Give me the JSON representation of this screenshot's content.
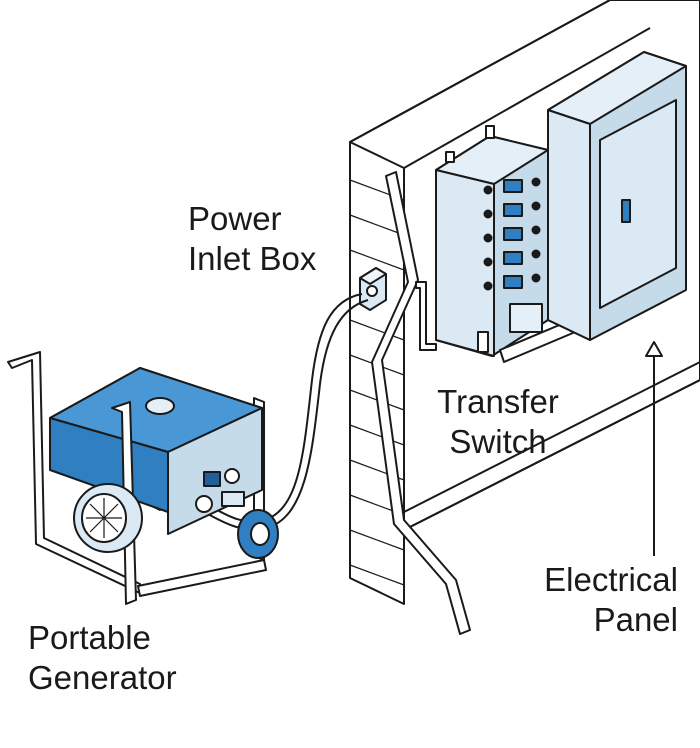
{
  "labels": {
    "power_inlet_box": [
      "Power",
      "Inlet Box"
    ],
    "transfer_switch": [
      "Transfer",
      "Switch"
    ],
    "electrical_panel": [
      "Electrical",
      "Panel"
    ],
    "portable_generator": [
      "Portable",
      "Generator"
    ]
  },
  "colors": {
    "outline": "#1a1a1a",
    "generator_blue": "#2f7fc1",
    "generator_blue_dark": "#1f5f9a",
    "panel_fill": "#dbe9f4",
    "panel_face": "#c6dbea",
    "wall_fill": "#ffffff",
    "background": "#ffffff"
  }
}
